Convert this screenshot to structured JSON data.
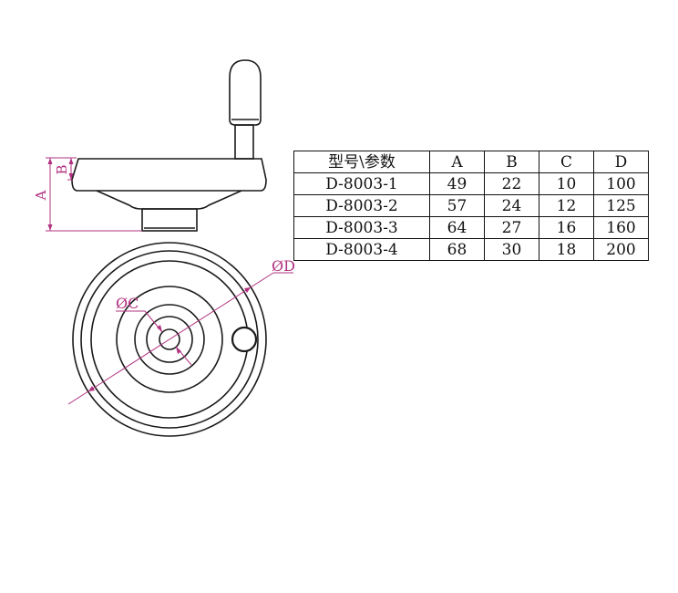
{
  "drawing": {
    "labels": {
      "dim_a": "A",
      "dim_b": "B",
      "dim_c": "ØC",
      "dim_d": "ØD"
    },
    "colors": {
      "outline": "#1a1a1a",
      "dimension": "#b0307f"
    }
  },
  "table": {
    "headers": [
      "型号\\参数",
      "A",
      "B",
      "C",
      "D"
    ],
    "rows": [
      [
        "D-8003-1",
        "49",
        "22",
        "10",
        "100"
      ],
      [
        "D-8003-2",
        "57",
        "24",
        "12",
        "125"
      ],
      [
        "D-8003-3",
        "64",
        "27",
        "16",
        "160"
      ],
      [
        "D-8003-4",
        "68",
        "30",
        "18",
        "200"
      ]
    ]
  }
}
